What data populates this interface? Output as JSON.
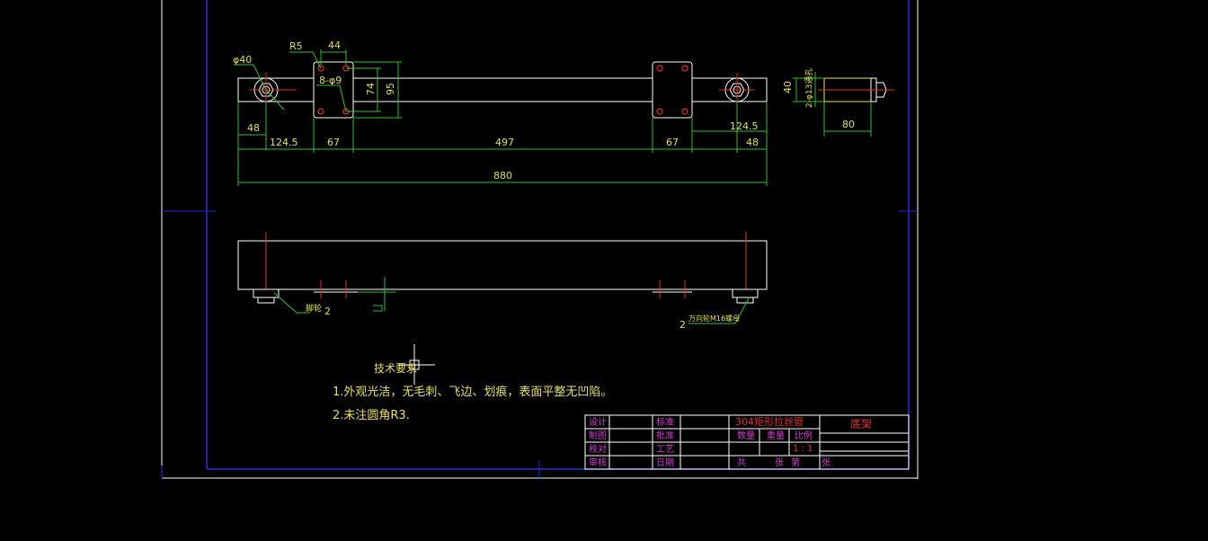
{
  "drawing": {
    "dims": {
      "phi40": "φ40",
      "r5": "R5",
      "w44": "44",
      "holes": "8-φ9",
      "h74": "74",
      "h95": "95",
      "d48_left": "48",
      "d124_5_left": "124.5",
      "d67_left": "67",
      "d497": "497",
      "d67_right": "67",
      "d124_5_right": "124.5",
      "d48_right": "48",
      "d880": "880",
      "side_40": "40",
      "side_holes": "2-φ13通孔",
      "side_80": "80"
    },
    "callouts": {
      "left": "脚轮",
      "left_num": "2",
      "right_num": "2",
      "right": "万向轮M16螺母"
    },
    "notes": {
      "heading": "技术要求",
      "line1": "1.外观光洁，无毛刺、飞边、划痕，表面平整无凹陷。",
      "line2": "2.未注圆角R3."
    },
    "title_block": {
      "design": "设计",
      "draw": "制图",
      "check": "校对",
      "audit": "审核",
      "standard": "标准",
      "approve": "批准",
      "process": "工艺",
      "date": "日期",
      "part_name": "304矩形拉丝管",
      "assembly": "底架",
      "qty": "数量",
      "weight": "重量",
      "scale_label": "比例",
      "scale_value": "1 : 1",
      "total": "共",
      "sheets": "张",
      "page": "第",
      "sheet2": "张"
    }
  }
}
